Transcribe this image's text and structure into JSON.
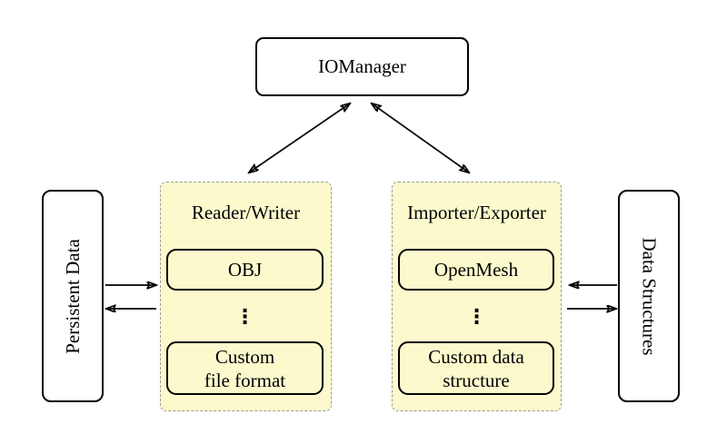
{
  "diagram": {
    "iomanager_label": "IOManager",
    "persistent_data_label": "Persistent Data",
    "data_structures_label": "Data Structures",
    "reader_writer": {
      "title": "Reader/Writer",
      "top_item": "OBJ",
      "dots": "⋮",
      "bottom_item_line1": "Custom",
      "bottom_item_line2": "file format"
    },
    "importer_exporter": {
      "title": "Importer/Exporter",
      "top_item": "OpenMesh",
      "dots": "⋮",
      "bottom_item_line1": "Custom data",
      "bottom_item_line2": "structure"
    },
    "colors": {
      "group_fill": "#FCFACD",
      "group_border": "#9A9A9A",
      "node_border": "#000000",
      "arrow": "#000000",
      "background": "#FFFFFF"
    }
  }
}
